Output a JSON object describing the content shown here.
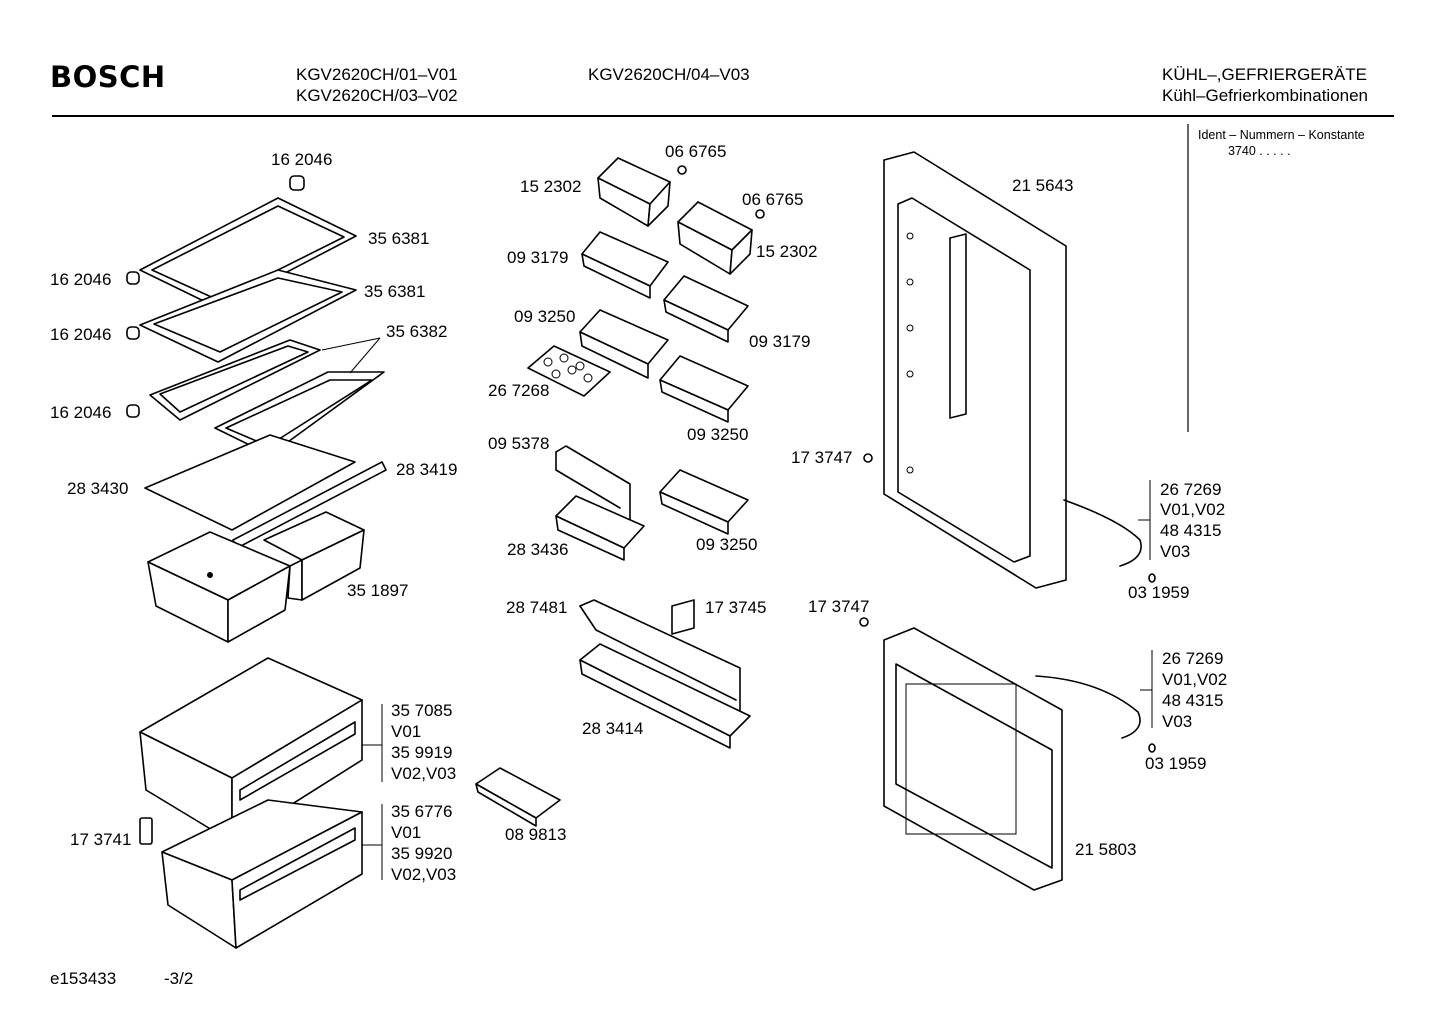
{
  "header": {
    "brand": "BOSCH",
    "models_left": [
      "KGV2620CH/01–V01",
      "KGV2620CH/03–V02"
    ],
    "model_mid": "KGV2620CH/04–V03",
    "category_line1": "KÜHL–,GEFRIERGERÄTE",
    "category_line2": "Kühl–Gefrierkombinationen"
  },
  "ident_box": {
    "title": "Ident – Nummern – Konstante",
    "value": "3740  .   .   .   .   ."
  },
  "parts": {
    "p162046_top": "16 2046",
    "p356381_a": "35 6381",
    "p162046_1": "16 2046",
    "p356381_b": "35 6381",
    "p162046_2": "16 2046",
    "p356382": "35 6382",
    "p162046_3": "16 2046",
    "p283430": "28 3430",
    "p283419": "28 3419",
    "p351897": "35 1897",
    "p357085_group": [
      "35 7085",
      "V01",
      "35 9919",
      "V02,V03"
    ],
    "p356776_group": [
      "35 6776",
      "V01",
      "35 9920",
      "V02,V03"
    ],
    "p173741": "17 3741",
    "p066765_a": "06 6765",
    "p152302_a": "15 2302",
    "p066765_b": "06 6765",
    "p152302_b": "15 2302",
    "p093179_a": "09 3179",
    "p093250_a": "09 3250",
    "p093179_b": "09 3179",
    "p267268": "26 7268",
    "p093250_b": "09 3250",
    "p095378": "09 5378",
    "p283436": "28 3436",
    "p093250_c": "09 3250",
    "p287481": "28 7481",
    "p173745": "17 3745",
    "p283414": "28 3414",
    "p089813": "08 9813",
    "p215643": "21 5643",
    "p173747_a": "17 3747",
    "p267269_group_a": [
      "26 7269",
      "V01,V02",
      "48 4315",
      "V03"
    ],
    "p031959_a": "03 1959",
    "p173747_b": "17 3747",
    "p267269_group_b": [
      "26 7269",
      "V01,V02",
      "48 4315",
      "V03"
    ],
    "p031959_b": "03 1959",
    "p215803": "21 5803"
  },
  "footer": {
    "drawing_no": "e153433",
    "page": "-3/2"
  }
}
